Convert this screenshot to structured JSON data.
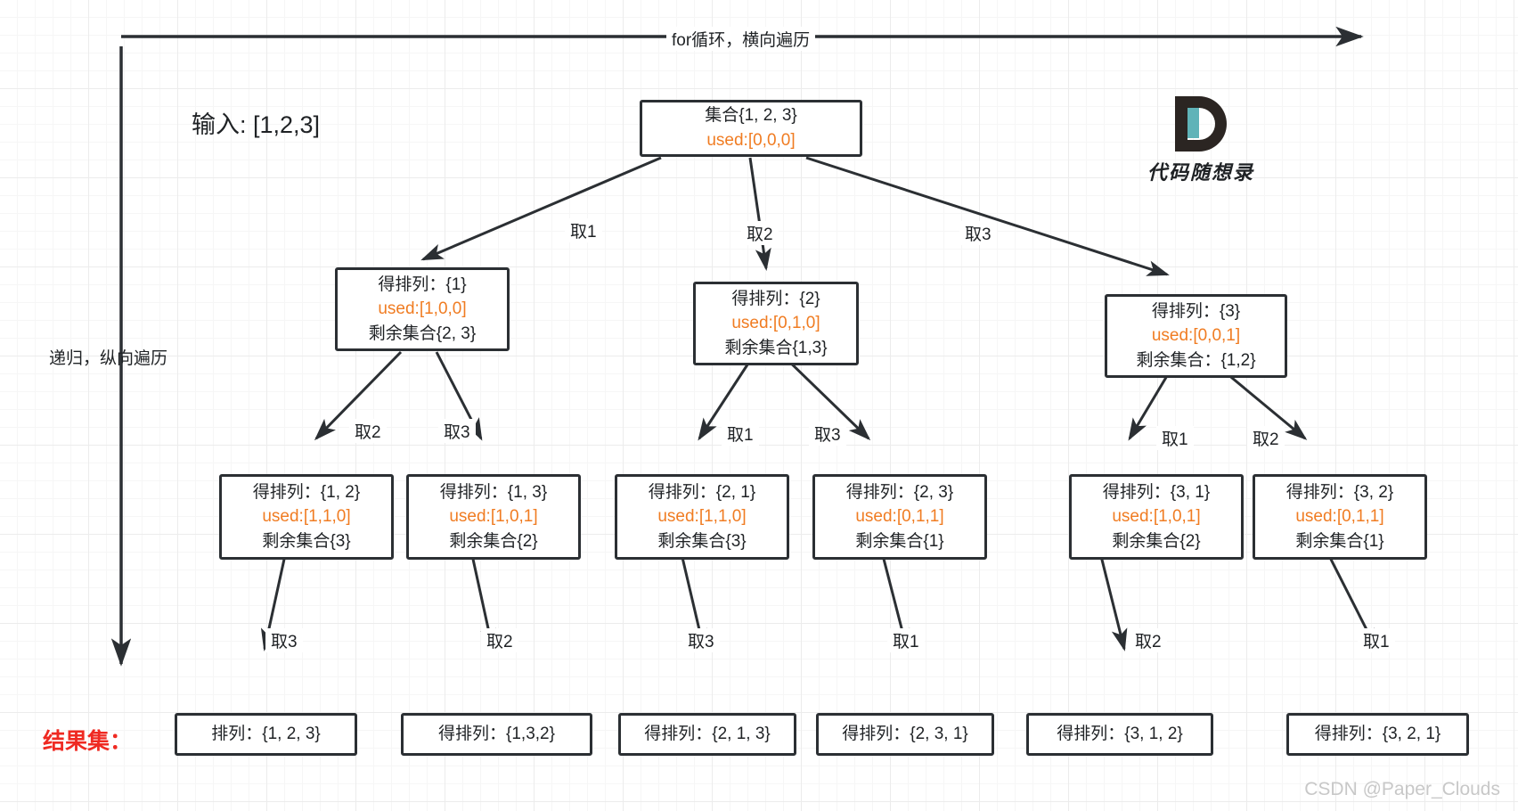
{
  "meta": {
    "input_label": "输入: [1,2,3]",
    "result_label": "结果集：",
    "horizontal_axis_label": "for循环，横向遍历",
    "vertical_axis_label": "递归，纵向遍历",
    "watermark": "CSDN @Paper_Clouds",
    "logo_text": "代码随想录",
    "logo_mark": "D",
    "accent_used_color": "#f07c22",
    "result_label_color": "#ef2a22",
    "node_border_color": "#2b2f33",
    "logo_teal": "#5fb3b8"
  },
  "root": {
    "line1": "集合{1, 2, 3}",
    "line2": "used:[0,0,0]"
  },
  "level2": [
    {
      "line1": "得排列：{1}",
      "line2": "used:[1,0,0]",
      "line3": "剩余集合{2, 3}"
    },
    {
      "line1": "得排列：{2}",
      "line2": "used:[0,1,0]",
      "line3": "剩余集合{1,3}"
    },
    {
      "line1": "得排列：{3}",
      "line2": "used:[0,0,1]",
      "line3": "剩余集合：{1,2}"
    }
  ],
  "level3": [
    {
      "line1": "得排列：{1, 2}",
      "line2": "used:[1,1,0]",
      "line3": "剩余集合{3}"
    },
    {
      "line1": "得排列：{1, 3}",
      "line2": "used:[1,0,1]",
      "line3": "剩余集合{2}"
    },
    {
      "line1": "得排列：{2, 1}",
      "line2": "used:[1,1,0]",
      "line3": "剩余集合{3}"
    },
    {
      "line1": "得排列：{2, 3}",
      "line2": "used:[0,1,1]",
      "line3": "剩余集合{1}"
    },
    {
      "line1": "得排列：{3, 1}",
      "line2": "used:[1,0,1]",
      "line3": "剩余集合{2}"
    },
    {
      "line1": "得排列：{3, 2}",
      "line2": "used:[0,1,1]",
      "line3": "剩余集合{1}"
    }
  ],
  "results": [
    {
      "line1": "排列：{1, 2, 3}"
    },
    {
      "line1": "得排列：{1,3,2}"
    },
    {
      "line1": "得排列：{2, 1, 3}"
    },
    {
      "line1": "得排列：{2, 3, 1}"
    },
    {
      "line1": "得排列：{3, 1, 2}"
    },
    {
      "line1": "得排列：{3, 2, 1}"
    }
  ],
  "edge_labels": {
    "l1": [
      "取1",
      "取2",
      "取3"
    ],
    "l2": [
      "取2",
      "取3",
      "取1",
      "取3",
      "取1",
      "取2"
    ],
    "l3": [
      "取3",
      "取2",
      "取3",
      "取1",
      "取2",
      "取1"
    ]
  }
}
